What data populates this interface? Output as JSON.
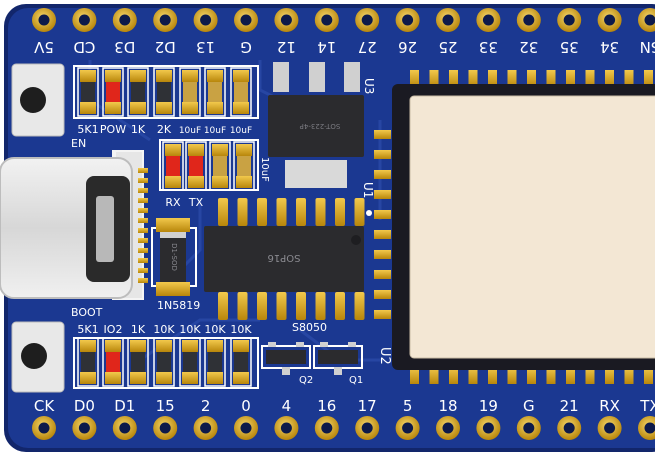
{
  "board": {
    "top_pins": [
      "5V",
      "CD",
      "D3",
      "D2",
      "13",
      "G",
      "12",
      "14",
      "27",
      "26",
      "25",
      "33",
      "32",
      "35",
      "34",
      "SN"
    ],
    "bottom_pins": [
      "CK",
      "D0",
      "D1",
      "15",
      "2",
      "0",
      "4",
      "16",
      "17",
      "5",
      "18",
      "19",
      "G",
      "21",
      "RX",
      "TX"
    ],
    "row1_labels": [
      "5K1",
      "POW",
      "1K",
      "2K",
      "10uF",
      "10uF",
      "10uF"
    ],
    "row2_labels": [
      "RX",
      "TX"
    ],
    "row2_cap_label": "10uF",
    "row3_labels": [
      "5K1",
      "IO2",
      "1K",
      "10K",
      "10K",
      "10K",
      "10K"
    ],
    "en_label": "EN",
    "boot_label": "BOOT",
    "u3_label": "U3",
    "u3_pkg": "SOT-223-4P",
    "u1_label": "U1",
    "u1_pkg": "SOP16",
    "u2_label": "U2",
    "diode_label": "1N5819",
    "diode_pkg": "D1-SOD",
    "transistor_label": "S8050",
    "q1_label": "Q1",
    "q2_label": "Q2",
    "colors": {
      "pcb": "#1b3891",
      "pcb_edge": "#12266b",
      "gold": "#d9a514",
      "led": "#e0261b",
      "module": "#f3e7d4"
    }
  }
}
